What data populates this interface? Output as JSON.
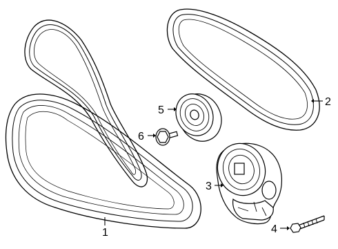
{
  "callouts": [
    {
      "id": "1",
      "label": "1",
      "part": "serpentine-belt-long"
    },
    {
      "id": "2",
      "label": "2",
      "part": "serpentine-belt-short"
    },
    {
      "id": "3",
      "label": "3",
      "part": "belt-tensioner"
    },
    {
      "id": "4",
      "label": "4",
      "part": "tensioner-bolt"
    },
    {
      "id": "5",
      "label": "5",
      "part": "idler-pulley"
    },
    {
      "id": "6",
      "label": "6",
      "part": "pulley-bolt"
    }
  ],
  "colors": {
    "line": "#000000",
    "background": "#ffffff"
  }
}
